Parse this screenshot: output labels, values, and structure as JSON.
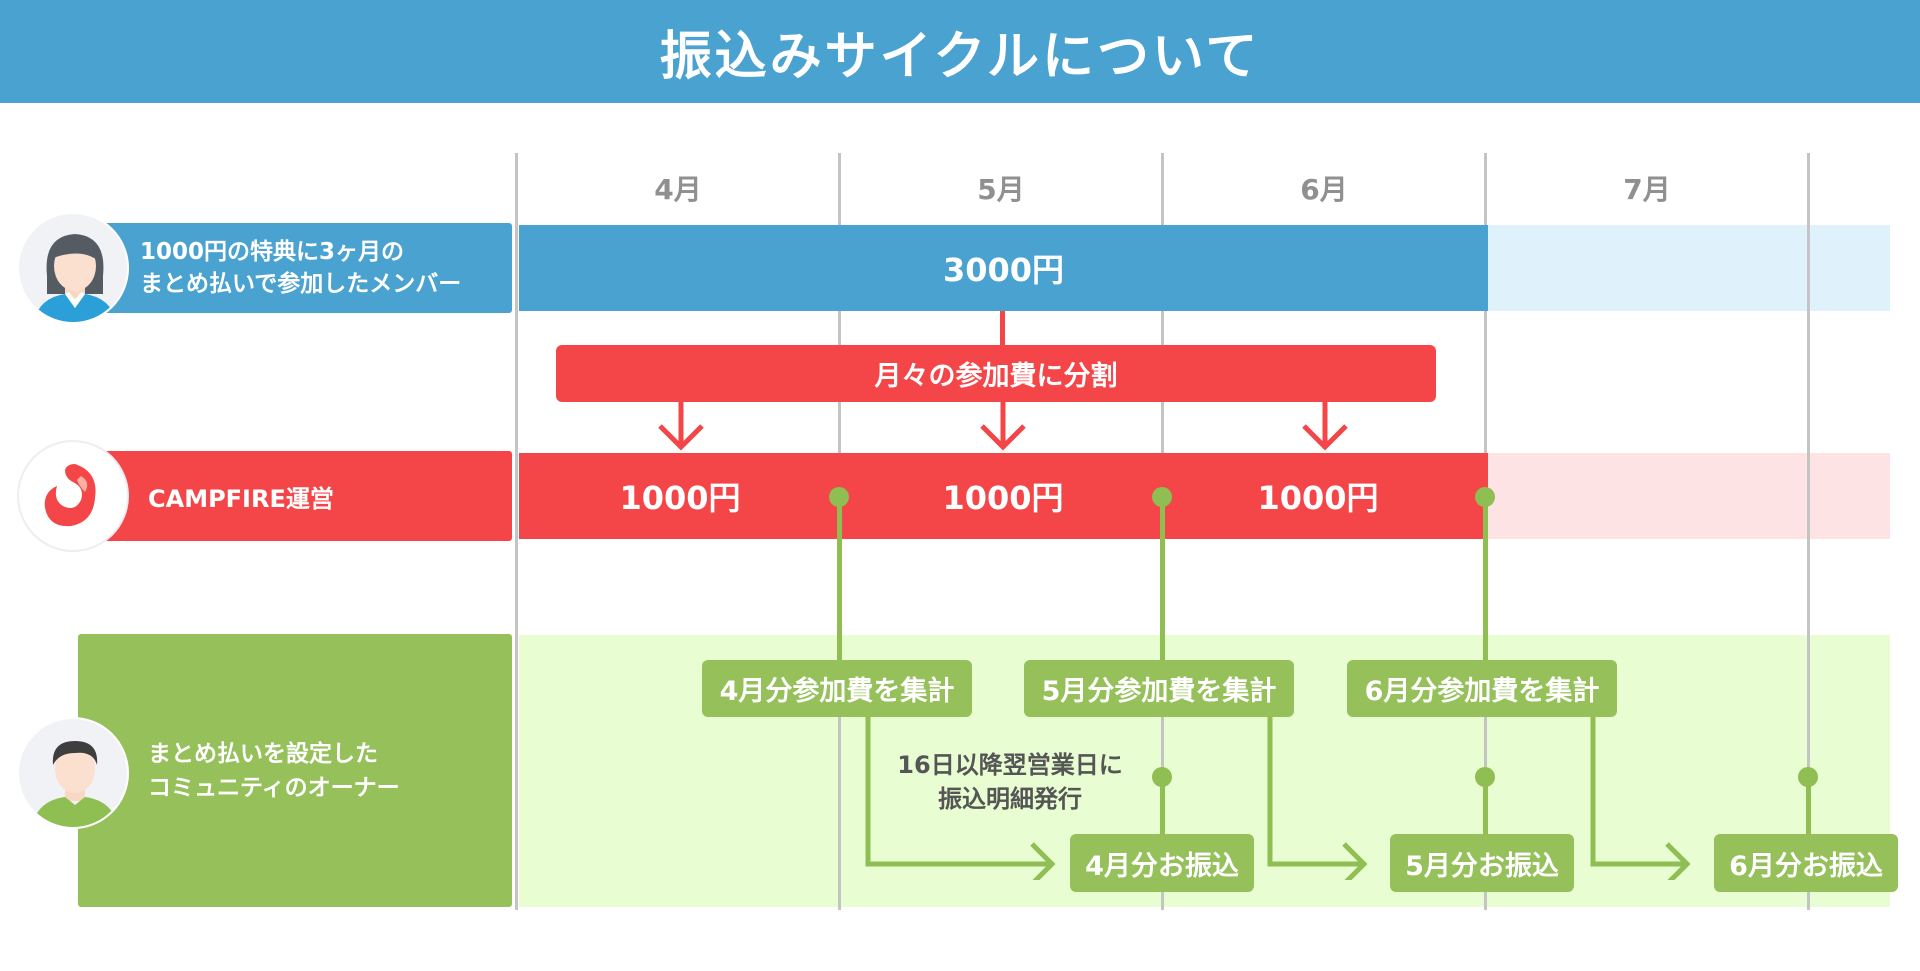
{
  "title": "振込みサイクルについて",
  "months": [
    "4月",
    "5月",
    "6月",
    "7月"
  ],
  "rows": {
    "member": {
      "label_line1": "1000円の特典に3ヶ月の",
      "label_line2": "まとめ払いで参加したメンバー",
      "amount": "3000円",
      "color": "#4aa2d0",
      "extension_color": "#dff2fb"
    },
    "split": {
      "label": "月々の参加費に分割",
      "color": "#f44648"
    },
    "campfire": {
      "label": "CAMPFIRE運営",
      "amounts": [
        "1000円",
        "1000円",
        "1000円"
      ],
      "color": "#f44648",
      "extension_color": "#fde3e4"
    },
    "owner": {
      "label_line1": "まとめ払いを設定した",
      "label_line2": "コミュニティのオーナー",
      "color": "#95c05a",
      "area_color": "#e9fdd3"
    }
  },
  "tally_boxes": [
    "4月分参加費を集計",
    "5月分参加費を集計",
    "6月分参加費を集計"
  ],
  "transfer_boxes": [
    "4月分お振込",
    "5月分お振込",
    "6月分お振込"
  ],
  "note": {
    "line1": "16日以降翌営業日に",
    "line2": "振込明細発行"
  },
  "icons": [
    "woman-avatar-icon",
    "campfire-logo-icon",
    "man-avatar-icon",
    "arrow-down-icon",
    "arrow-right-icon"
  ]
}
